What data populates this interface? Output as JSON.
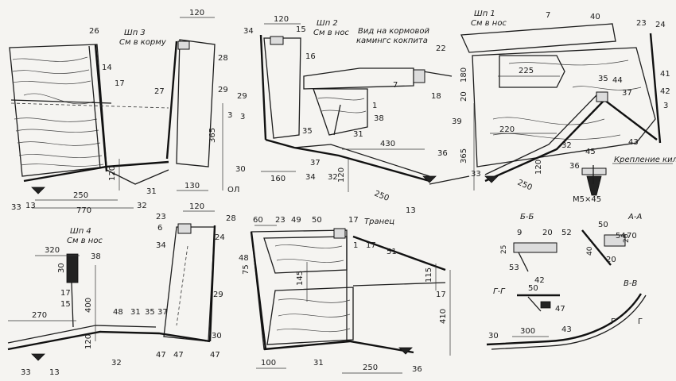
{
  "views": {
    "shp3": {
      "title": "Шп 3",
      "subtitle": "См в корму",
      "labels": [
        "26",
        "14",
        "17",
        "27",
        "29",
        "28",
        "3",
        "31",
        "32",
        "30",
        "33",
        "13"
      ],
      "dims": [
        "120",
        "250",
        "770",
        "130",
        "365",
        "ОЛ"
      ]
    },
    "shp2": {
      "title": "Шп 2",
      "subtitle": "См в нос",
      "labels": [
        "34",
        "16",
        "29",
        "3",
        "35",
        "37",
        "34",
        "31",
        "32",
        "36",
        "13"
      ],
      "dims": [
        "120",
        "15",
        "160",
        "430",
        "120",
        "250"
      ]
    },
    "stern_view": {
      "title": "Вид на кормовой",
      "subtitle": "камингс кокпита",
      "labels": [
        "7",
        "18",
        "1",
        "38"
      ]
    },
    "shp1": {
      "title": "Шп 1",
      "subtitle": "См в нос",
      "labels": [
        "7",
        "40",
        "23",
        "24",
        "22",
        "41",
        "42",
        "3",
        "35",
        "44",
        "37",
        "39",
        "33",
        "32",
        "45",
        "43"
      ],
      "dims": [
        "225",
        "180",
        "20",
        "220",
        "365",
        "120",
        "250"
      ]
    },
    "keel_fix": {
      "caption": "Крепление киля",
      "labels": [
        "36"
      ],
      "bolt": "М5×45"
    },
    "shp4": {
      "title": "Шп 4",
      "subtitle": "См в нос",
      "labels": [
        "23",
        "28",
        "6",
        "24",
        "34",
        "29",
        "17",
        "15",
        "38",
        "48",
        "31",
        "35",
        "37",
        "30",
        "47",
        "33",
        "13",
        "32",
        "47",
        "47"
      ],
      "dims": [
        "120",
        "320",
        "30",
        "400",
        "270",
        "120"
      ]
    },
    "transom": {
      "title": "Транец",
      "labels": [
        "60",
        "23",
        "49",
        "50",
        "17",
        "48",
        "1",
        "17",
        "51",
        "17",
        "36",
        "31"
      ],
      "dims": [
        "145",
        "75",
        "115",
        "410",
        "100",
        "250"
      ]
    },
    "section_bb": {
      "title": "Б-Б",
      "labels": [
        "9",
        "20",
        "52",
        "25",
        "53",
        "42"
      ]
    },
    "section_aa": {
      "title": "А-А",
      "labels": [
        "50",
        "54",
        "40",
        "20",
        "70",
        "20"
      ]
    },
    "section_gg": {
      "title": "Г-Г",
      "labels": [
        "50",
        "47"
      ]
    },
    "section_vv": {
      "title": "В-В",
      "labels": [
        "30",
        "300",
        "43",
        "Г",
        "Г"
      ]
    }
  }
}
